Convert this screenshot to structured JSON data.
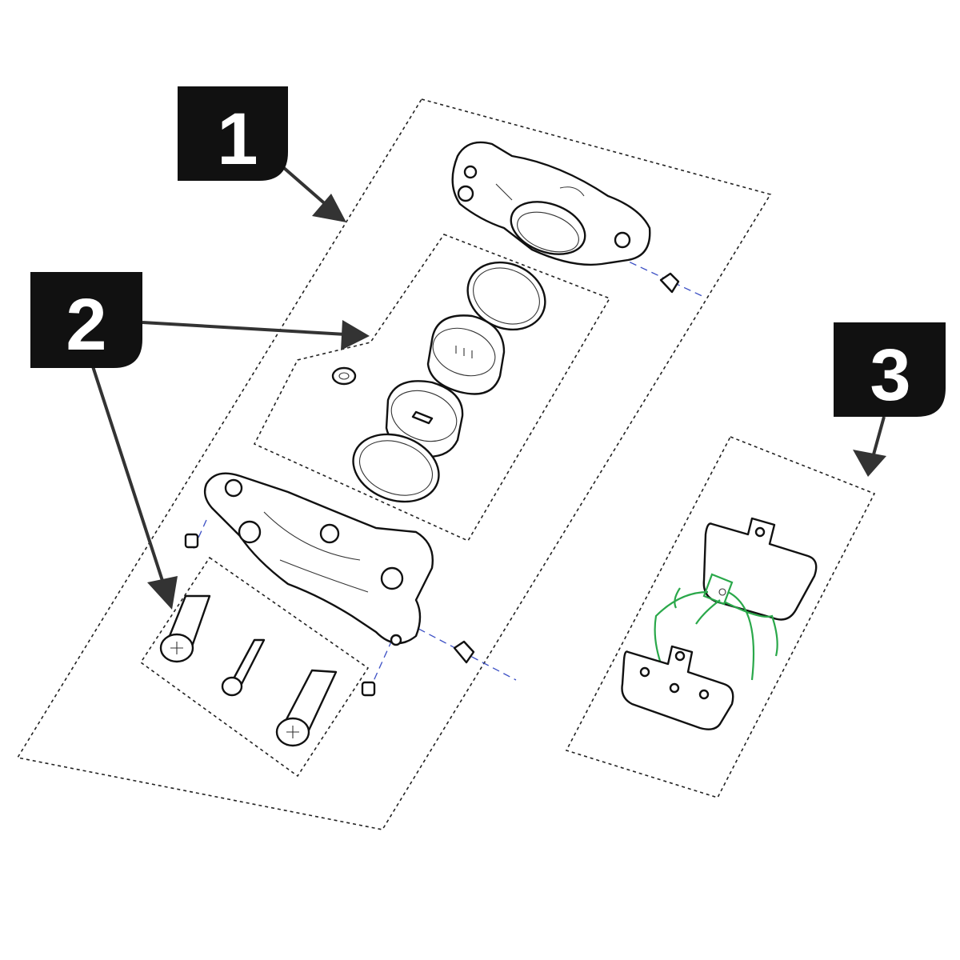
{
  "diagram": {
    "callouts": [
      {
        "number": "1"
      },
      {
        "number": "2"
      },
      {
        "number": "3"
      }
    ],
    "colors": {
      "callout_bg": "#111111",
      "callout_text": "#ffffff",
      "axis_line": "#3b4fc4",
      "spring": "#2aa84a"
    }
  }
}
